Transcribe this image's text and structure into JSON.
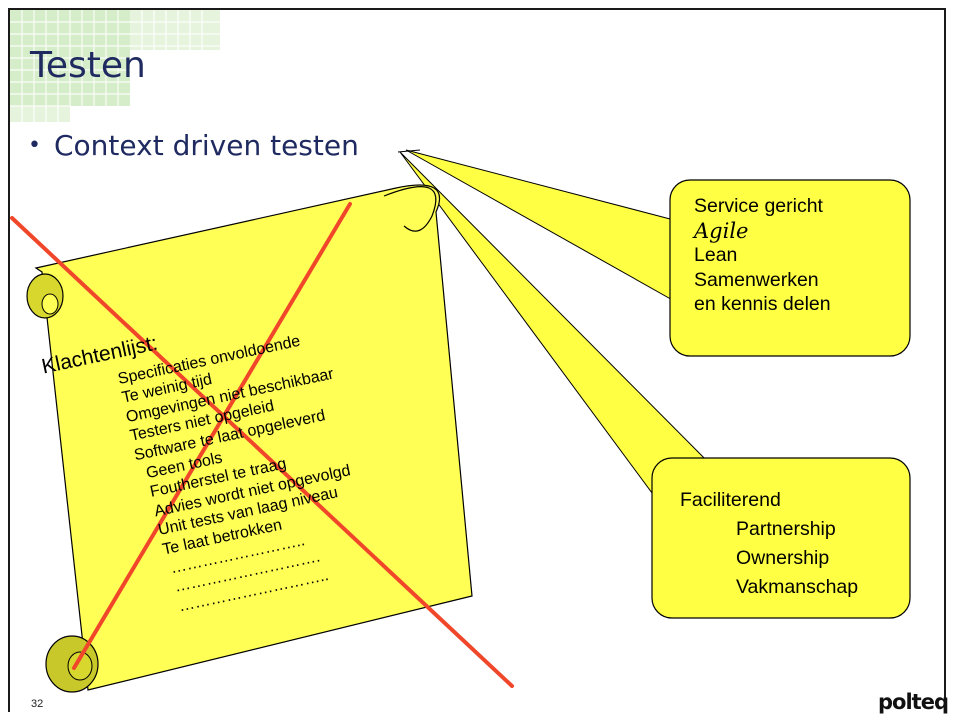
{
  "slide": {
    "title": "Testen",
    "bullet": "Context driven testen",
    "slide_number": "32",
    "logo_text": "polteq"
  },
  "scroll": {
    "heading": "Klachtenlijst:",
    "items": [
      "Specificaties onvoldoende",
      "Te weinig tijd",
      "Omgevingen niet beschikbaar",
      "Testers niet opgeleid",
      "Software te laat opgeleverd",
      "Geen tools",
      "Foutherstel te traag",
      "Advies wordt niet opgevolgd",
      "Unit tests van laag niveau",
      "Te laat betrokken",
      "……………………..",
      "……………………….",
      "……………………….."
    ]
  },
  "callout_top": {
    "lines": [
      "Service gericht",
      "Agile",
      "Lean",
      "Samenwerken",
      "en kennis delen"
    ]
  },
  "callout_bottom": {
    "lines": [
      "Faciliterend",
      "Partnership",
      "Ownership",
      "Vakmanschap"
    ]
  },
  "colors": {
    "title": "#1f2a60",
    "scroll_fill": "#ffff55",
    "callout_fill": "#ffff44",
    "cross": "#f0472b",
    "header_green": "#cde8c0"
  }
}
